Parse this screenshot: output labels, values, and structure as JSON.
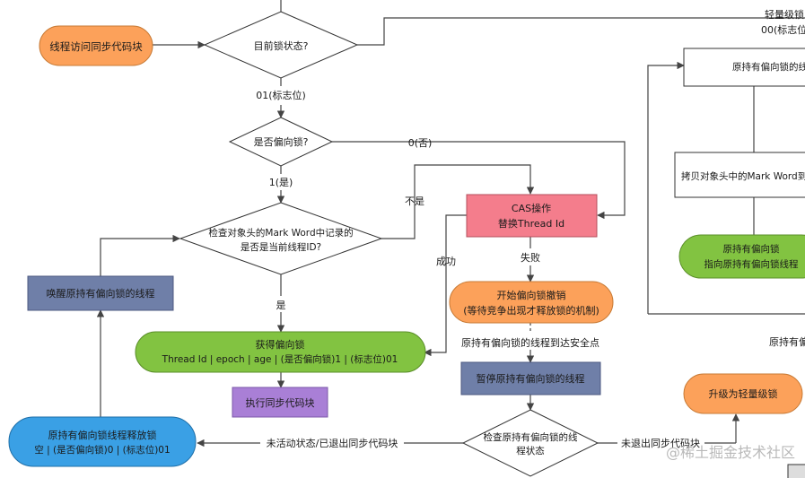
{
  "nodes": {
    "thread_access": "线程访问同步代码块",
    "current_lock_state": "目前锁状态?",
    "is_biased": "是否偏向锁?",
    "check_mark_word": [
      "检查对象头的Mark Word中记录的",
      "是否是当前线程ID?"
    ],
    "wake_thread": "唤醒原持有偏向锁的线程",
    "cas_op": [
      "CAS操作",
      "替换Thread Id"
    ],
    "revoke_bias": [
      "开始偏向锁撤销",
      "(等待竞争出现才释放锁的机制)"
    ],
    "acquire_bias": [
      "获得偏向锁",
      "Thread Id | epoch | age | (是否偏向锁)1 | (标志位)01"
    ],
    "exec_sync": "执行同步代码块",
    "pause_thread": "暂停原持有偏向锁的线程",
    "check_thread_state": [
      "检查原持有偏向锁的线",
      "程状态"
    ],
    "release_lock": [
      "原持有偏向锁线程释放锁",
      "空 | (是否偏向锁)0 | (标志位)01"
    ],
    "upgrade_light": "升级为轻量级锁",
    "right_box_1": "原持有偏向锁的线",
    "right_box_2": "拷贝对象头中的Mark Word到",
    "right_green": [
      "原持有偏向锁",
      "指向原持有偏向锁线程"
    ],
    "right_text": "原持有偏"
  },
  "edge_labels": {
    "light_lock": "轻量级锁",
    "flag_00": "00(标志位)",
    "flag_01": "01(标志位)",
    "no_0": "0(否)",
    "yes_1": "1(是)",
    "not_is": "不是",
    "is": "是",
    "success": "成功",
    "fail": "失败",
    "reach_safepoint": "原持有偏向锁的线程到达安全点",
    "inactive_exited": "未活动状态/已退出同步代码块",
    "not_exited": "未退出同步代码块"
  },
  "watermark": "@稀土掘金技术社区",
  "colors": {
    "orange": "#fca15a",
    "green": "#82c341",
    "pink": "#f47d8c",
    "slate": "#6f7fa8",
    "purple": "#a97fd6",
    "blue": "#3aa0e5"
  }
}
